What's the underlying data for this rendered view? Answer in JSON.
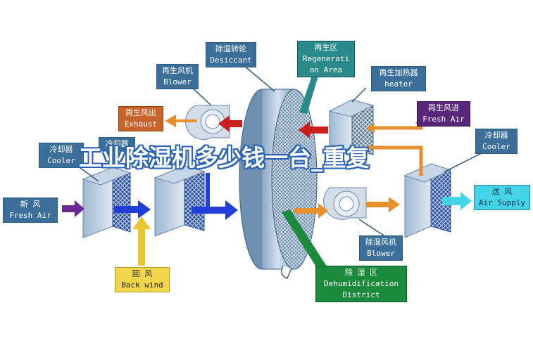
{
  "title": "工业除湿机多少钱一台_重复",
  "colors": {
    "label_blue": "#3b6f9a",
    "exhaust_orange": "#c8642a",
    "fresh_air_purple": "#58267a",
    "air_supply_cyan": "#44d4e8",
    "back_wind_yellow": "#f2d74c",
    "dehumidification_green": "#1c8a3c",
    "regeneration_teal": "#2a8a8a",
    "arrow_blue": "#1f3fd8",
    "arrow_orange": "#e8902e",
    "arrow_red": "#cc1e1e"
  },
  "labels": {
    "desiccant": {
      "cn": "除湿转轮",
      "en": "Desiccant"
    },
    "regen_area": {
      "cn": "再生区",
      "en1": "Regenerati",
      "en2": "on Area"
    },
    "regen_blower": {
      "cn": "再生风机",
      "en": "Blower"
    },
    "regen_heater": {
      "cn": "再生加热器",
      "en": "heater"
    },
    "exhaust": {
      "cn": "再生风出",
      "en": "Exhaust"
    },
    "regen_fresh_air": {
      "cn": "再生风进",
      "en": "Fresh Air"
    },
    "cooler_left": {
      "cn": "冷却器",
      "en": "Cooler"
    },
    "cooler_mid": {
      "cn": "冷却器"
    },
    "cooler_right": {
      "cn": "冷却器",
      "en": "Cooler"
    },
    "fresh_air": {
      "cn": "新      风",
      "en": "Fresh Air"
    },
    "air_supply": {
      "cn": "送  风",
      "en": "Air Supply"
    },
    "back_wind": {
      "cn": "回      风",
      "en": "Back wind"
    },
    "dehum_blower": {
      "cn": "除湿风机",
      "en": "Blower"
    },
    "dehum_district": {
      "cn": "除      湿      区",
      "en1": "Dehumidification",
      "en2": "District"
    }
  }
}
